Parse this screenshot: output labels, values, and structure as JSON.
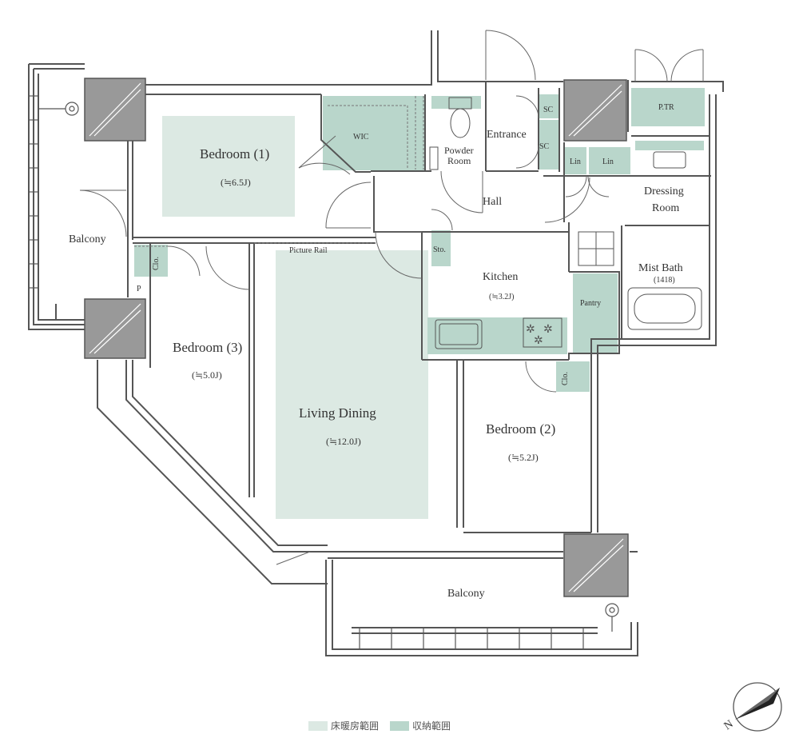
{
  "rooms": {
    "bedroom1": {
      "name": "Bedroom (1)",
      "size": "(≒6.5J)"
    },
    "bedroom2": {
      "name": "Bedroom (2)",
      "size": "(≒5.2J)"
    },
    "bedroom3": {
      "name": "Bedroom (3)",
      "size": "(≒5.0J)"
    },
    "living": {
      "name": "Living Dining",
      "size": "(≒12.0J)"
    },
    "kitchen": {
      "name": "Kitchen",
      "size": "(≒3.2J)"
    },
    "dressing": {
      "line1": "Dressing",
      "line2": "Room"
    },
    "mist_bath": {
      "name": "Mist Bath",
      "size": "(1418)"
    },
    "powder": {
      "line1": "Powder",
      "line2": "Room"
    },
    "entrance": "Entrance",
    "hall": "Hall",
    "wic": "WIC",
    "pantry": "Pantry",
    "ptr": "P.TR",
    "sto": "Sto.",
    "sc1": "SC",
    "sc2": "SC",
    "lin1": "Lin",
    "lin2": "Lin",
    "clo1": "Clo.",
    "clo2": "Clo.",
    "p": "P",
    "balcony_west": "Balcony",
    "balcony_south": "Balcony",
    "picture_rail": "Picture Rail"
  },
  "legend": {
    "floor_heating": "床暖房範囲",
    "storage": "収納範囲"
  },
  "compass": {
    "north": "N"
  },
  "colors": {
    "floor_heating": "#dce9e3",
    "storage": "#b9d6cb",
    "column": "#999999",
    "wall": "#555555"
  }
}
